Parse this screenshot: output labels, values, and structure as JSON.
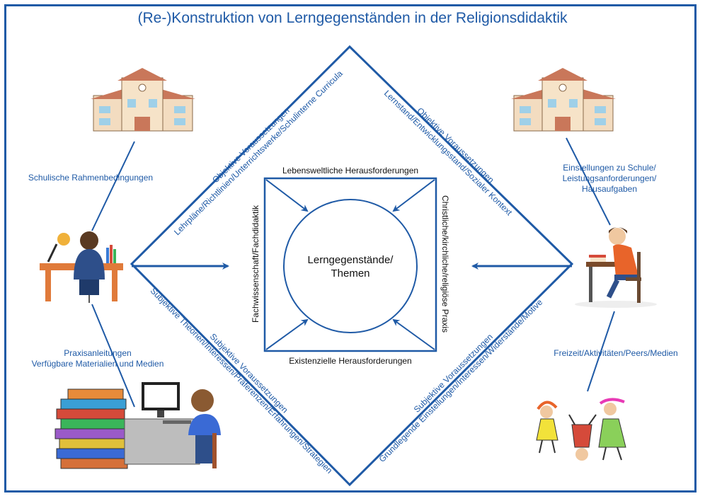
{
  "title": "(Re-)Konstruktion von Lerngegenständen in der Religionsdidaktik",
  "center": {
    "line1": "Lerngegenstände/",
    "line2": "Themen"
  },
  "square": {
    "top": "Lebensweltliche Herausforderungen",
    "bottom": "Existenzielle Herausforderungen",
    "left": "Fachwissenschaft/Fachdidaktik",
    "right": "Christliche/kirchliche/religiöse Praxis"
  },
  "diamond": {
    "upper_left": {
      "line1": "Objektive Voraussetzungen",
      "line2": "Lehrpläne/Richtlinien/Unterrichtswerke/Schulinterne Curricula"
    },
    "upper_right": {
      "line1": "Objektive Voraussetzungen",
      "line2": "Lernstand/Entwicklungsstand/Sozialer Kontext"
    },
    "lower_left": {
      "line1": "Subjektive Voraussetzungen",
      "line2": "Subjektive Theorien/Interessen/Präferenzen/Erfahrungen/Strategien"
    },
    "lower_right": {
      "line1": "Subjektive Voraussetzungen",
      "line2": "Grundlegende Einstellungen/Interessen/Widerstände/Motive"
    }
  },
  "left_labels": {
    "top": "Schulische Rahmenbedingungen",
    "bottom_line1": "Praxisanleitungen",
    "bottom_line2": "Verfügbare Materialien und Medien"
  },
  "right_labels": {
    "top_line1": "Einstellungen zu Schule/",
    "top_line2": "Leistungsanforderungen/",
    "top_line3": "Hausaufgaben",
    "bottom": "Freizeit/Aktivitäten/Peers/Medien"
  },
  "colors": {
    "accent": "#1f5aa6"
  }
}
